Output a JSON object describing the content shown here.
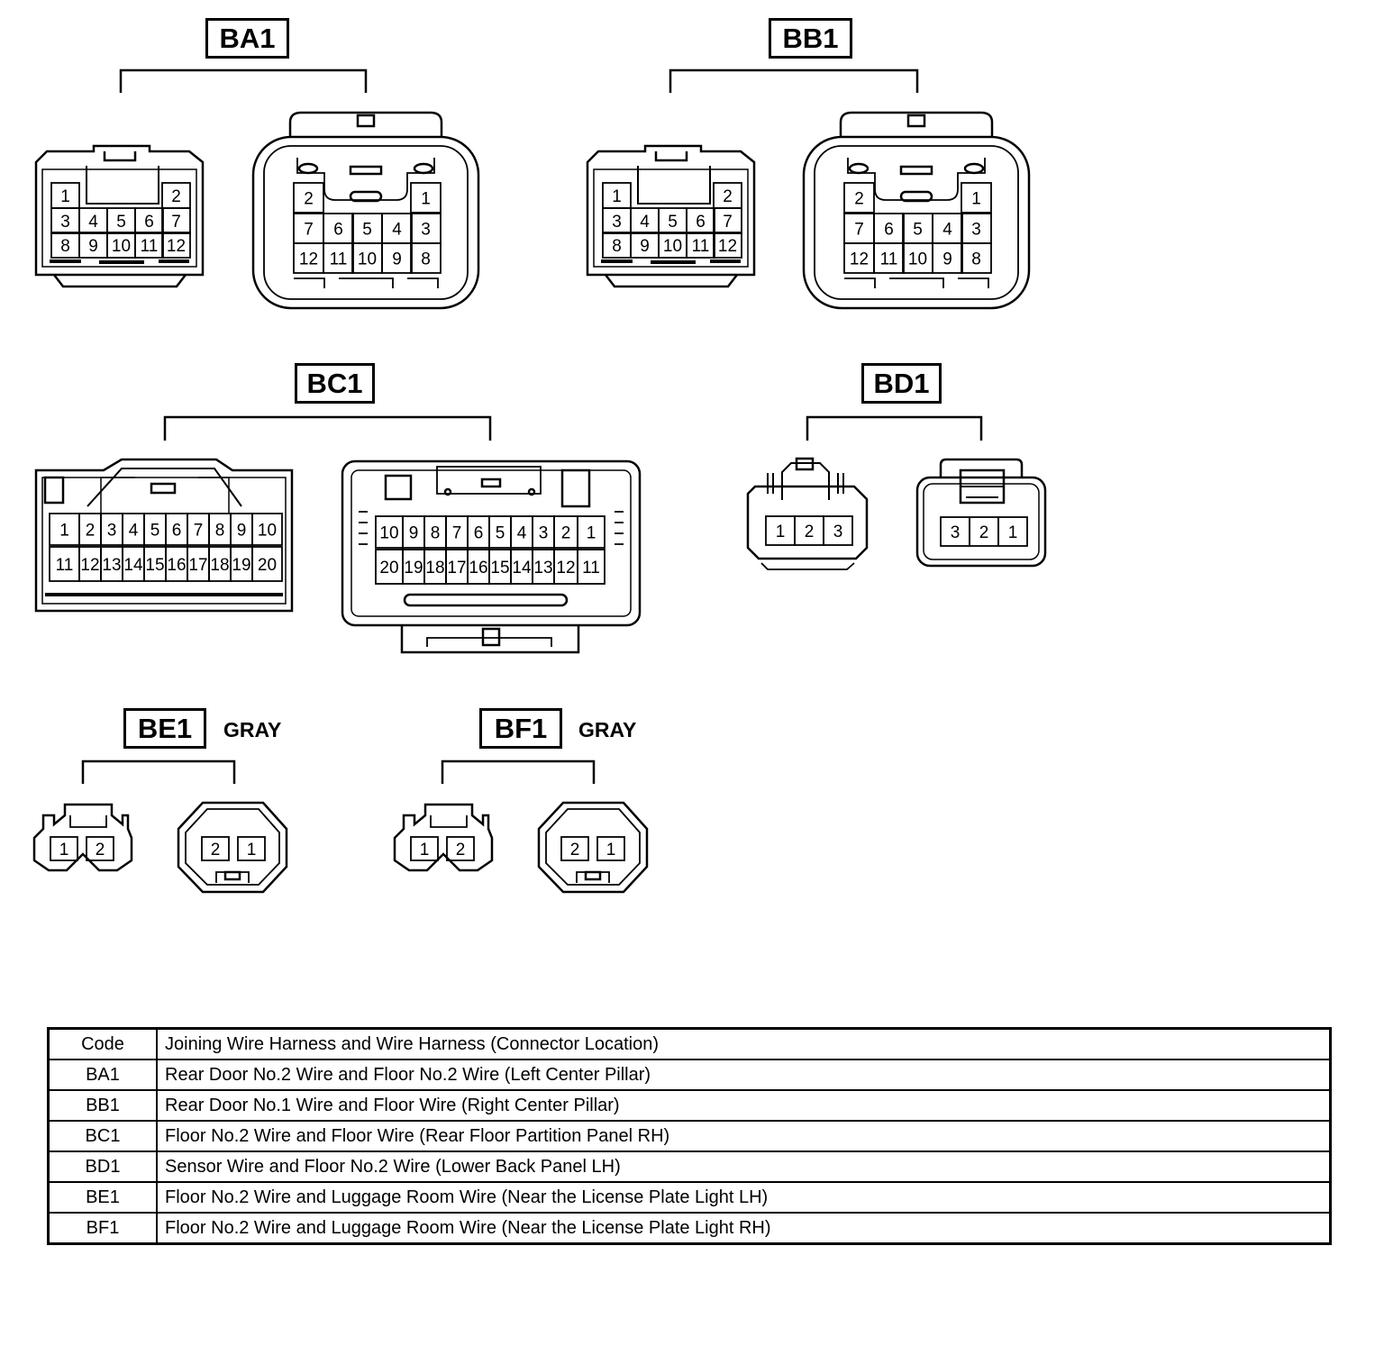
{
  "connectors": [
    {
      "code": "BA1",
      "color": "",
      "female_pins": [
        [
          "1",
          "2"
        ],
        [
          "3",
          "4",
          "5",
          "6",
          "7"
        ],
        [
          "8",
          "9",
          "10",
          "11",
          "12"
        ]
      ],
      "male_pins": [
        [
          "2",
          "1"
        ],
        [
          "7",
          "6",
          "5",
          "4",
          "3"
        ],
        [
          "12",
          "11",
          "10",
          "9",
          "8"
        ]
      ]
    },
    {
      "code": "BB1",
      "color": "",
      "female_pins": [
        [
          "1",
          "2"
        ],
        [
          "3",
          "4",
          "5",
          "6",
          "7"
        ],
        [
          "8",
          "9",
          "10",
          "11",
          "12"
        ]
      ],
      "male_pins": [
        [
          "2",
          "1"
        ],
        [
          "7",
          "6",
          "5",
          "4",
          "3"
        ],
        [
          "12",
          "11",
          "10",
          "9",
          "8"
        ]
      ]
    },
    {
      "code": "BC1",
      "color": "",
      "female_pins": [
        [
          "1",
          "2",
          "3",
          "4",
          "5",
          "6",
          "7",
          "8",
          "9",
          "10"
        ],
        [
          "11",
          "12",
          "13",
          "14",
          "15",
          "16",
          "17",
          "18",
          "19",
          "20"
        ]
      ],
      "male_pins": [
        [
          "10",
          "9",
          "8",
          "7",
          "6",
          "5",
          "4",
          "3",
          "2",
          "1"
        ],
        [
          "20",
          "19",
          "18",
          "17",
          "16",
          "15",
          "14",
          "13",
          "12",
          "11"
        ]
      ]
    },
    {
      "code": "BD1",
      "color": "",
      "female_pins": [
        [
          "1",
          "2",
          "3"
        ]
      ],
      "male_pins": [
        [
          "3",
          "2",
          "1"
        ]
      ]
    },
    {
      "code": "BE1",
      "color": "GRAY",
      "female_pins": [
        [
          "1",
          "2"
        ]
      ],
      "male_pins": [
        [
          "2",
          "1"
        ]
      ]
    },
    {
      "code": "BF1",
      "color": "GRAY",
      "female_pins": [
        [
          "1",
          "2"
        ]
      ],
      "male_pins": [
        [
          "2",
          "1"
        ]
      ]
    }
  ],
  "table": {
    "headers": [
      "Code",
      "Joining Wire Harness and Wire Harness (Connector Location)"
    ],
    "rows": [
      [
        "BA1",
        "Rear Door No.2 Wire and Floor No.2 Wire (Left Center Pillar)"
      ],
      [
        "BB1",
        "Rear Door No.1 Wire and Floor Wire (Right Center Pillar)"
      ],
      [
        "BC1",
        "Floor No.2 Wire and Floor Wire (Rear Floor Partition Panel RH)"
      ],
      [
        "BD1",
        "Sensor Wire and Floor No.2 Wire (Lower Back Panel LH)"
      ],
      [
        "BE1",
        "Floor No.2 Wire and Luggage Room Wire (Near the License Plate Light LH)"
      ],
      [
        "BF1",
        "Floor No.2 Wire and Luggage Room Wire (Near the License Plate Light RH)"
      ]
    ]
  }
}
